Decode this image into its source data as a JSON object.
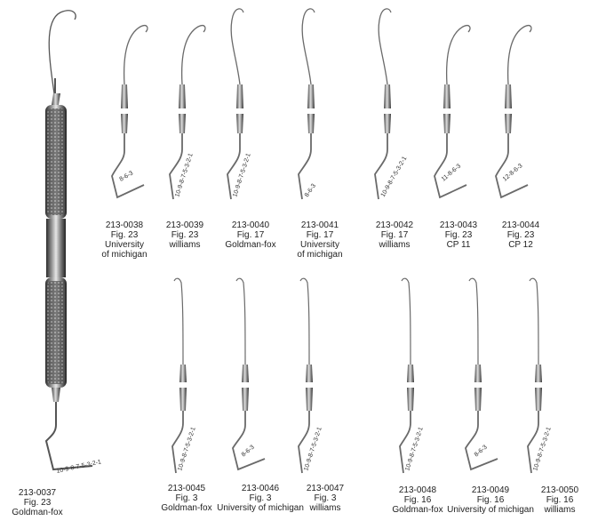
{
  "instruments": [
    {
      "code": "213-0037",
      "fig": "Fig. 23",
      "name": "Goldman-fox",
      "markings": "10-9-8-7-5-3-2-1"
    },
    {
      "code": "213-0038",
      "fig": "Fig. 23",
      "name": "University of michigan",
      "name_lines": [
        "University",
        "of michigan"
      ],
      "markings": "8-6-3"
    },
    {
      "code": "213-0039",
      "fig": "Fig. 23",
      "name": "williams",
      "markings": "10-9-8-7-5-3-2-1"
    },
    {
      "code": "213-0040",
      "fig": "Fig. 17",
      "name": "Goldman-fox",
      "markings": "10-9-8-7-5-3-2-1"
    },
    {
      "code": "213-0041",
      "fig": "Fig. 17",
      "name": "University of michigan",
      "name_lines": [
        "University",
        "of michigan"
      ],
      "markings": "8-6-3"
    },
    {
      "code": "213-0042",
      "fig": "Fig. 17",
      "name": "williams",
      "markings": "10-9-8-7-5-3-2-1"
    },
    {
      "code": "213-0043",
      "fig": "Fig. 23",
      "name": "CP 11",
      "markings": "11-8-6-3"
    },
    {
      "code": "213-0044",
      "fig": "Fig. 23",
      "name": "CP 12",
      "markings": "12-8-6-3"
    },
    {
      "code": "213-0045",
      "fig": "Fig. 3",
      "name": "Goldman-fox",
      "markings": "10-9-8-7-5-3-2-1"
    },
    {
      "code": "213-0046",
      "fig": "Fig. 3",
      "name": "University of michigan",
      "markings": "8-6-3"
    },
    {
      "code": "213-0047",
      "fig": "Fig. 3",
      "name": "williams",
      "markings": "10-9-8-7-5-3-2-1"
    },
    {
      "code": "213-0048",
      "fig": "Fig. 16",
      "name": "Goldman-fox",
      "markings": "10-9-8-7-5-3-2-1"
    },
    {
      "code": "213-0049",
      "fig": "Fig. 16",
      "name": "University of michigan",
      "markings": "8-6-3"
    },
    {
      "code": "213-0050",
      "fig": "Fig. 16",
      "name": "williams",
      "markings": "10-9-8-7-5-3-2-1"
    }
  ],
  "colors": {
    "metal": "#6a6a6a",
    "metal_dark": "#2a2a2a",
    "metal_light": "#c8c8c8",
    "background": "#ffffff"
  }
}
